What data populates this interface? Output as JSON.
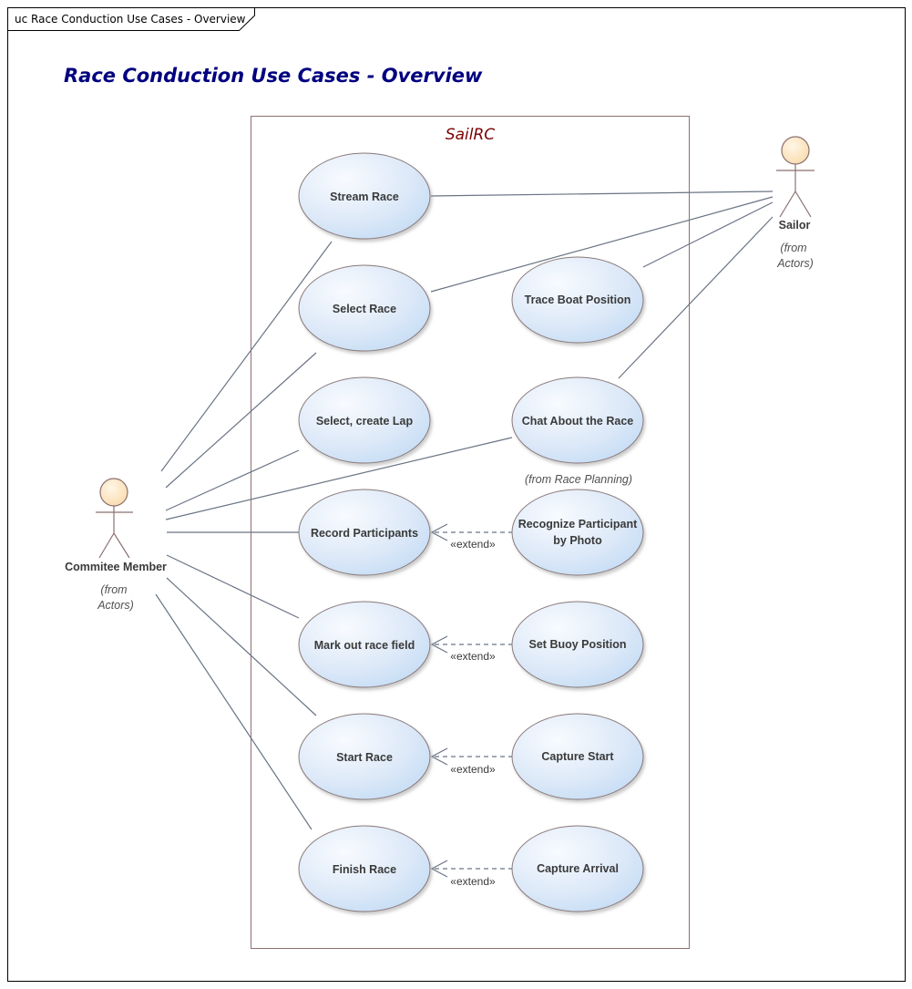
{
  "frame": {
    "label": "uc Race Conduction Use Cases - Overview"
  },
  "diagram": {
    "title": "Race Conduction Use Cases - Overview"
  },
  "system": {
    "name": "SailRC"
  },
  "actors": {
    "committee": {
      "name": "Commitee Member",
      "note_line1": "(from",
      "note_line2": "Actors)"
    },
    "sailor": {
      "name": "Sailor",
      "note_line1": "(from",
      "note_line2": "Actors)"
    }
  },
  "use_cases": {
    "stream_race": "Stream Race",
    "select_race": "Select Race",
    "trace_boat": "Trace Boat Position",
    "select_lap": "Select, create Lap",
    "chat": "Chat About the Race",
    "chat_note": "(from Race Planning)",
    "record_participants": "Record Participants",
    "recognize_line1": "Recognize Participant",
    "recognize_line2": "by Photo",
    "mark_field": "Mark out race field",
    "set_buoy": "Set Buoy Position",
    "start_race": "Start Race",
    "capture_start": "Capture Start",
    "finish_race": "Finish Race",
    "capture_arrival": "Capture Arrival"
  },
  "relations": {
    "extend_label": "«extend»"
  },
  "colors": {
    "ellipse_light": "#f6faff",
    "ellipse_dark": "#c2dcf6",
    "ellipse_border": "#8a7878",
    "actor_head": "#fde7c4",
    "line": "#6a7484",
    "title": "#000080",
    "system_title": "#7a0000"
  }
}
